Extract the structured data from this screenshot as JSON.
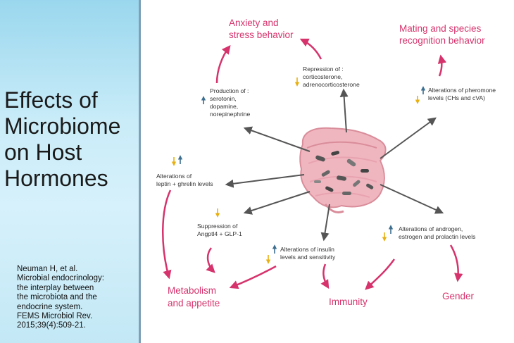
{
  "title_lines": [
    "Effects of",
    "Microbiome",
    "on Host",
    "Hormones"
  ],
  "citation_lines": [
    "Neuman H, et al.",
    "Microbial endocrinology:",
    "the interplay between",
    "the microbiota and the",
    "endocrine system.",
    "FEMS Microbiol Rev.",
    "2015;39(4):509-21."
  ],
  "colors": {
    "outcome": "#d6336c",
    "pathway_arrow": "#555555",
    "up_arrow": "#3b6e8f",
    "down_arrow": "#e8b010",
    "label": "#333333"
  },
  "outcomes": {
    "anxiety": [
      "Anxiety and",
      "stress behavior"
    ],
    "mating": [
      "Mating and species",
      "recognition behavior"
    ],
    "metabolism": [
      "Metabolism",
      "and appetite"
    ],
    "immunity": [
      "Immunity"
    ],
    "gender": [
      "Gender"
    ]
  },
  "pathways": {
    "neurotransmitters": [
      "Production of :",
      "serotonin,",
      "dopamine,",
      "norepinephrine"
    ],
    "corticosterone": [
      "Repression of :",
      "corticosterone,",
      "adrenocorticosterone"
    ],
    "pheromone": [
      "Alterations of pheromone",
      "levels (CHs and cVA)"
    ],
    "leptin": [
      "Alterations of",
      "leptin + ghrelin levels"
    ],
    "angptl4": [
      "Suppression of",
      "Angptl4 + GLP-1"
    ],
    "insulin": [
      "Alterations of insulin",
      "levels and sensitivity"
    ],
    "androgen": [
      "Alterations of androgen,",
      "estrogen and prolactin levels"
    ]
  }
}
